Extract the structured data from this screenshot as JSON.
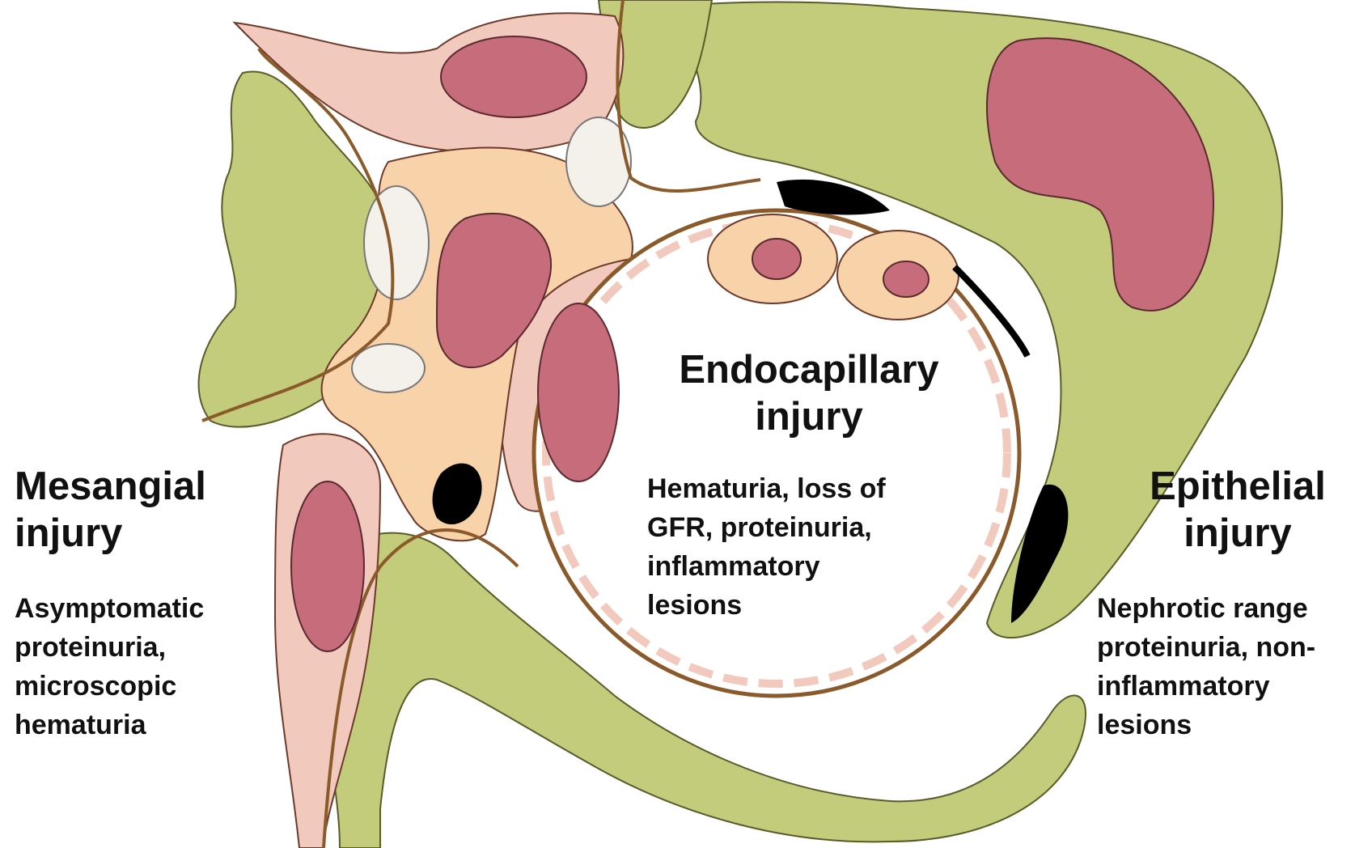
{
  "colors": {
    "epithelium_green": "#c2cc7a",
    "endothelium_pink": "#f1c9bd",
    "nucleus_red": "#c76c7a",
    "mesangium_peach": "#f8d2a8",
    "basement_membrane_brown": "#8b5a2b",
    "deposit_black": "#000000"
  },
  "labels": {
    "mesangial": {
      "title_line1": "Mesangial",
      "title_line2": "injury",
      "desc_lines": [
        "Asymptomatic",
        "proteinuria,",
        "microscopic",
        "hematuria"
      ]
    },
    "endocapillary": {
      "title_line1": "Endocapillary",
      "title_line2": "injury",
      "desc_lines": [
        "Hematuria, loss of",
        "GFR, proteinuria,",
        "inflammatory",
        "lesions"
      ]
    },
    "epithelial": {
      "title_line1": "Epithelial",
      "title_line2": "injury",
      "desc_lines": [
        "Nephrotic range",
        "proteinuria, non-",
        "inflammatory",
        "lesions"
      ]
    }
  }
}
